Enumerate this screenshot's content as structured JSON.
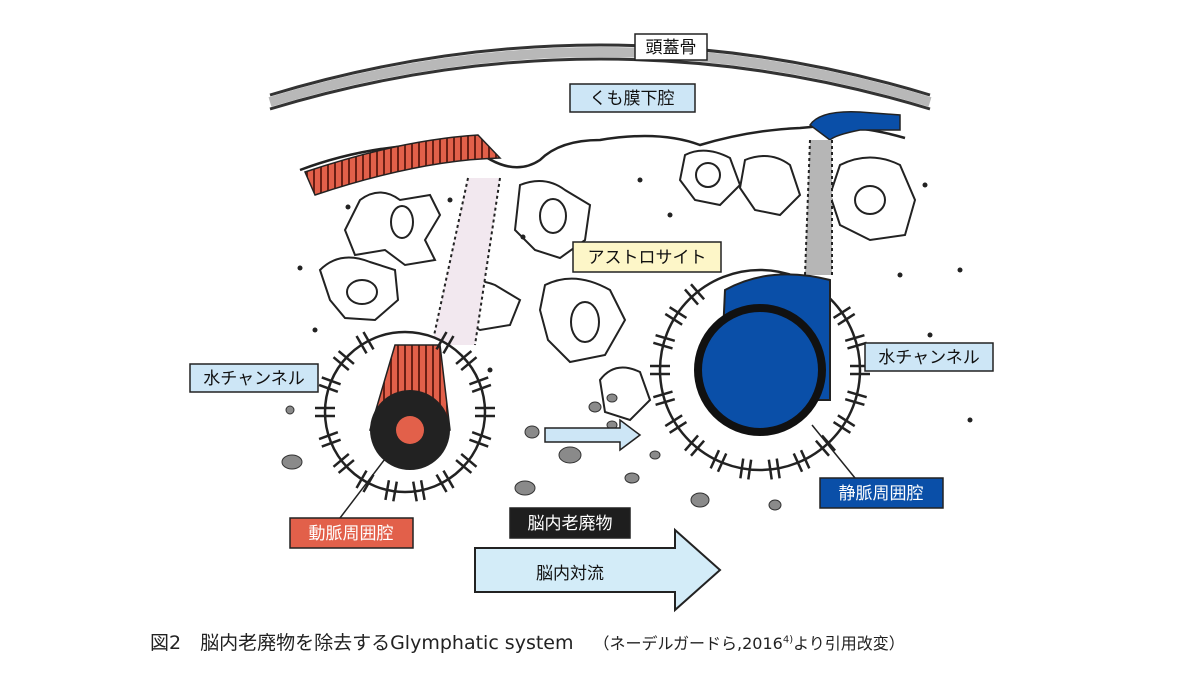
{
  "labels": {
    "skull": "頭蓋骨",
    "subarachnoid": "くも膜下腔",
    "astrocyte": "アストロサイト",
    "water_channel_left": "水チャンネル",
    "water_channel_right": "水チャンネル",
    "periarterial": "動脈周囲腔",
    "perivenous": "静脈周囲腔",
    "waste": "脳内老廃物",
    "flow": "脳内対流"
  },
  "caption": {
    "main": "図2　脳内老廃物を除去するGlymphatic system",
    "source_pre": "（ネーデルガードら,2016",
    "source_ref": "4)",
    "source_post": "より引用改変）"
  },
  "colors": {
    "artery": "#e2604a",
    "vein": "#0a4fa8",
    "label_blue": "#cde6f6",
    "label_yellow": "#fdf6c8",
    "label_dark": "#1e1e1e",
    "flow_arrow": "#d3ecf8"
  }
}
